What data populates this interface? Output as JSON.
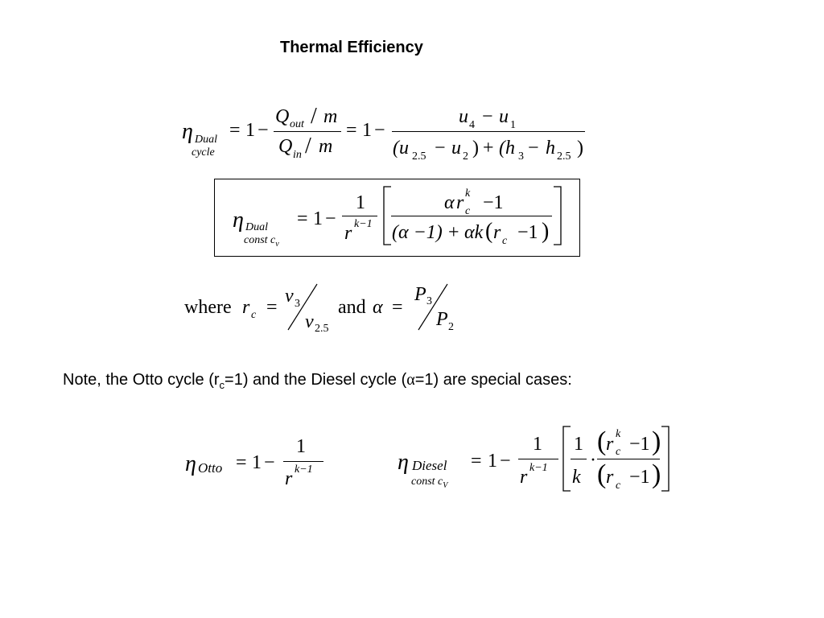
{
  "title": "Thermal Efficiency",
  "eq1": {
    "lhs_symbol": "η",
    "lhs_sub_top": "Dual",
    "lhs_sub_bottom": "cycle",
    "eq1": "=",
    "one1": "1",
    "minus1": "−",
    "num_Q": "Q",
    "num_Q_sub": "out",
    "num_slash": "/",
    "num_m": "m",
    "den_Q": "Q",
    "den_Q_sub": "in",
    "den_slash": "/",
    "den_m": "m",
    "eq2": "=",
    "one2": "1",
    "minus2": "−",
    "num2": "u",
    "num2_sub": "4",
    "num2_minus": "−",
    "num2b": "u",
    "num2b_sub": "1",
    "den2": "(u",
    "den2_sub1": "2.5",
    "den2_minus1": "−",
    "den2_u2": "u",
    "den2_sub2": "2",
    "den2_close": ")",
    "den2_plus": "+",
    "den2_h3": "(h",
    "den2_h3_sub": "3",
    "den2_minus2": "−",
    "den2_h25": "h",
    "den2_h25_sub": "2.5",
    "den2_close2": ")"
  },
  "eq2": {
    "lhs_symbol": "η",
    "lhs_sub_top": "Dual",
    "lhs_sub_bottom": "const c",
    "lhs_sub_bottom_v": "v",
    "eq": "=",
    "one": "1",
    "minus": "−",
    "frac_num": "1",
    "frac_den": "r",
    "frac_den_exp": "k−1",
    "inner_num_alpha": "α",
    "inner_num_r": "r",
    "inner_num_r_sup": "k",
    "inner_num_r_sub": "c",
    "inner_num_rest": "−1",
    "inner_den_a": "(α −1)",
    "inner_den_plus": "+",
    "inner_den_ak": "αk",
    "inner_den_r": "r",
    "inner_den_r_sub": "c",
    "inner_den_rest": "−1"
  },
  "eq3": {
    "where": "where",
    "rc": "r",
    "rc_sub": "c",
    "eq": "=",
    "v3": "v",
    "v3_sub": "3",
    "v25": "v",
    "v25_sub": "2.5",
    "and": "and",
    "alpha": "α",
    "eq2": "=",
    "P3": "P",
    "P3_sub": "3",
    "P2": "P",
    "P2_sub": "2"
  },
  "note": {
    "part1": "Note, the Otto cycle (r",
    "part1_sub": "c",
    "part2": "=1) and the Diesel cycle (",
    "alpha": "α",
    "part3": "=1) are special cases:"
  },
  "otto": {
    "eta": "η",
    "sub": "Otto",
    "eq": "=",
    "one": "1",
    "minus": "−",
    "num": "1",
    "den": "r",
    "den_exp": "k−1"
  },
  "diesel": {
    "eta": "η",
    "sub_top": "Diesel",
    "sub_bottom": "const c",
    "sub_bottom_v": "V",
    "eq": "=",
    "one": "1",
    "minus": "−",
    "num": "1",
    "den": "r",
    "den_exp": "k−1",
    "inner1_num": "1",
    "inner1_den": "k",
    "dot": "·",
    "inner2_num_r": "r",
    "inner2_num_sup": "k",
    "inner2_num_sub": "c",
    "inner2_num_rest": "−1",
    "inner2_den_r": "r",
    "inner2_den_sub": "c",
    "inner2_den_rest": "−1"
  }
}
